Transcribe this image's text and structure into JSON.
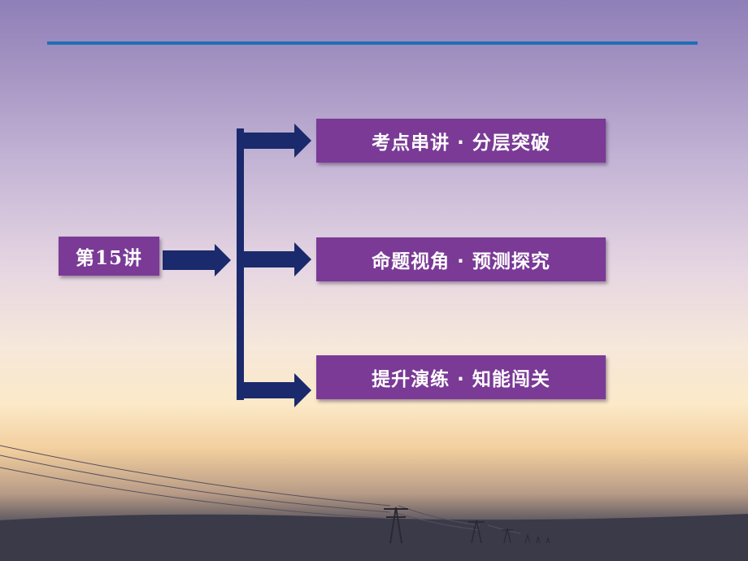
{
  "slide": {
    "main_topic": "第15讲",
    "branches": [
      "考点串讲 · 分层突破",
      "命题视角 · 预测探究",
      "提升演练 · 知能闯关"
    ]
  },
  "colors": {
    "box_fill": "#7a3a96",
    "arrow": "#1a2a6c",
    "top_rule": "#1f6fb5",
    "text": "#ffffff"
  },
  "background": {
    "scene": "sunset sky with power-line towers",
    "icons": [
      "power-tower-icon"
    ]
  }
}
